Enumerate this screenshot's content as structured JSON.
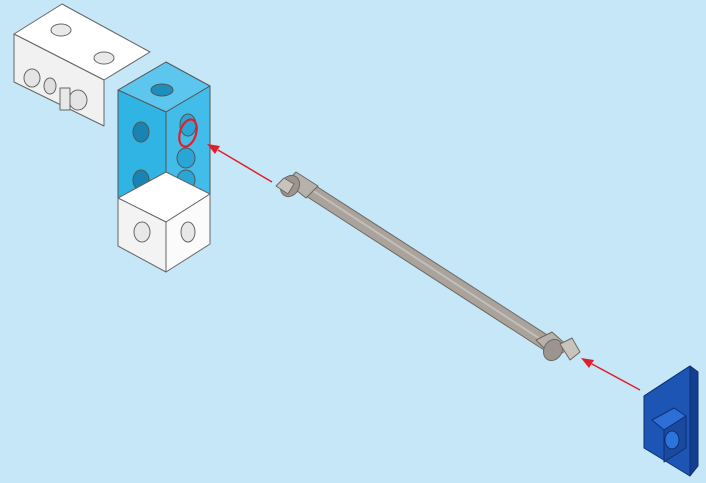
{
  "diagram": {
    "type": "assembly-instruction",
    "parts": [
      {
        "id": "white-block",
        "kind": "brick",
        "color": "#ffffff"
      },
      {
        "id": "blue-block",
        "kind": "brick-with-holes",
        "color": "#2fb4e3"
      },
      {
        "id": "white-cube",
        "kind": "brick",
        "color": "#ffffff"
      },
      {
        "id": "gray-axle",
        "kind": "axle",
        "color": "#a9a39d"
      },
      {
        "id": "blue-wedge",
        "kind": "wedge-connector",
        "color": "#1d55b5"
      }
    ],
    "arrows": [
      {
        "from": "gray-axle",
        "to": "blue-block"
      },
      {
        "from": "blue-wedge",
        "to": "gray-axle"
      }
    ],
    "highlight": {
      "target": "blue-block",
      "marker": "red-ring",
      "color": "#e11f2b"
    },
    "colors": {
      "background": "#c5e7f8",
      "arrow": "#e11f2b",
      "outline": "#555555"
    }
  }
}
